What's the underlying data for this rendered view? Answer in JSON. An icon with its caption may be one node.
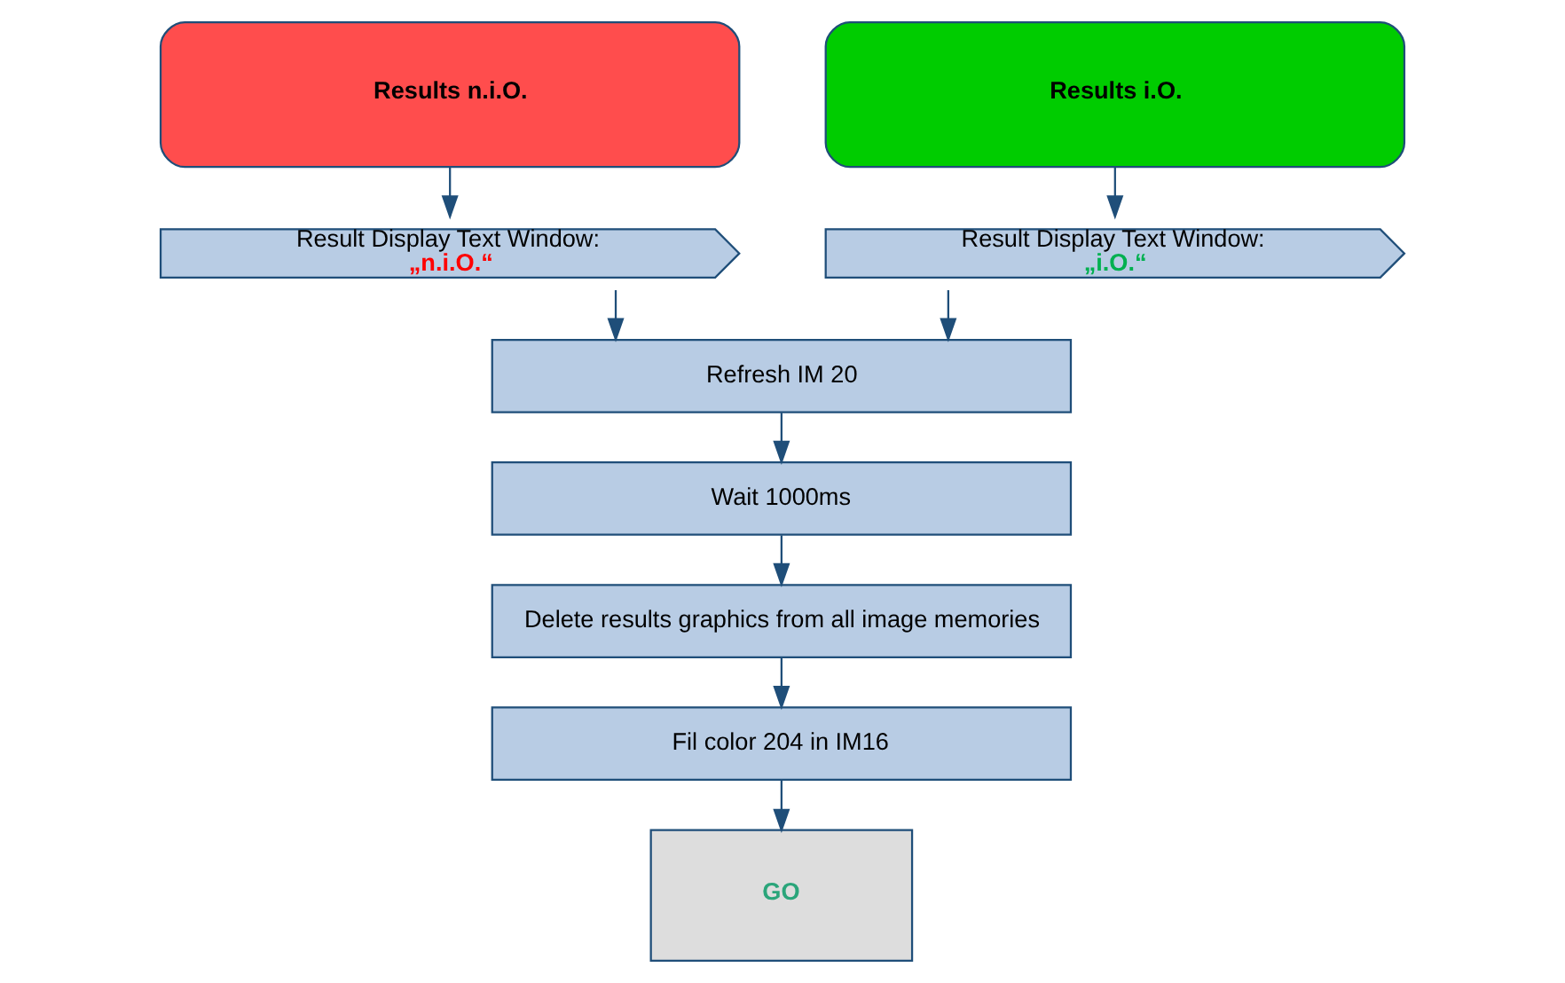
{
  "diagram": {
    "nodes": [
      {
        "text": [
          "Results n.i.O."
        ]
      },
      {
        "text": [
          "Results i.O."
        ]
      },
      {
        "text": [
          "Result Display Text Window:",
          "„n.i.O.“"
        ]
      },
      {
        "text": [
          "Result Display Text Window:",
          "„i.O.“"
        ]
      },
      {
        "text": [
          "Refresh IM 20"
        ]
      },
      {
        "text": [
          "Wait 1000ms"
        ]
      },
      {
        "text": [
          "Delete results graphics from all image memories"
        ]
      },
      {
        "text": [
          "Fil color 204 in IM16"
        ]
      },
      {
        "text": [
          "GO"
        ]
      }
    ],
    "edges": [
      {
        "from": 0,
        "to": 2,
        "arrow": "to"
      },
      {
        "from": 1,
        "to": 3,
        "arrow": "to"
      },
      {
        "from": 2,
        "to": 4,
        "arrow": "to"
      },
      {
        "from": 3,
        "to": 4,
        "arrow": "to"
      },
      {
        "from": 4,
        "to": 5,
        "arrow": "to"
      },
      {
        "from": 5,
        "to": 6,
        "arrow": "to"
      },
      {
        "from": 6,
        "to": 7,
        "arrow": "to"
      },
      {
        "from": 7,
        "to": 8,
        "arrow": "to"
      }
    ]
  }
}
